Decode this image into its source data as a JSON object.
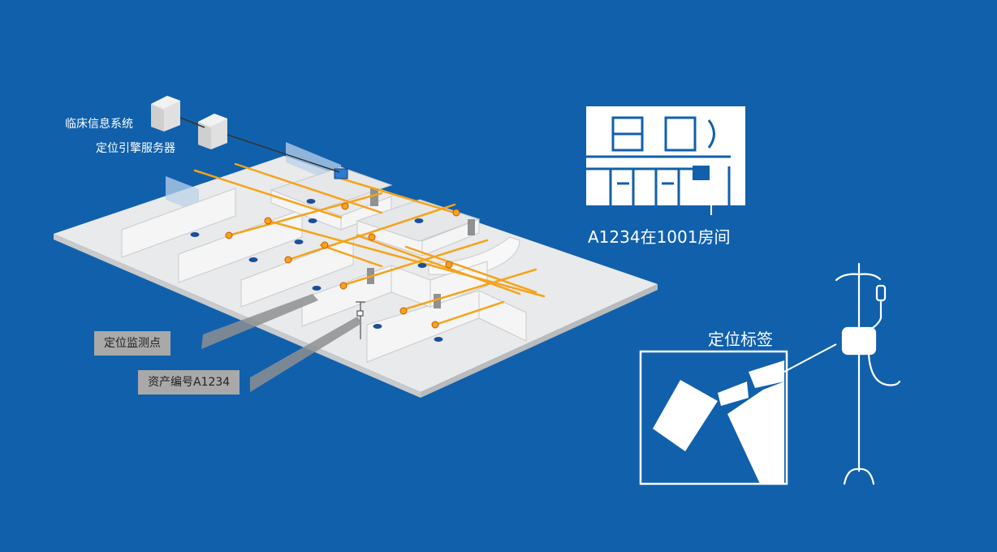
{
  "labels": {
    "clinical_system": "临床信息系统",
    "location_server": "定位引擎服务器",
    "monitor_point": "定位监测点",
    "asset_id": "资产编号A1234",
    "asset_room": "A1234在1001房间",
    "locator_tag": "定位标签"
  },
  "colors": {
    "background": "#1160ac",
    "floor": "#e9eaeb",
    "wall": "#f4f4f4",
    "network_line": "#f5a31a",
    "sensor_dot": "#1a4f9c",
    "callout_box": "#a9a9a9"
  },
  "icons": [
    "server-icon",
    "iv-pole-icon",
    "rfid-tag-icon",
    "floor-plan-icon"
  ]
}
